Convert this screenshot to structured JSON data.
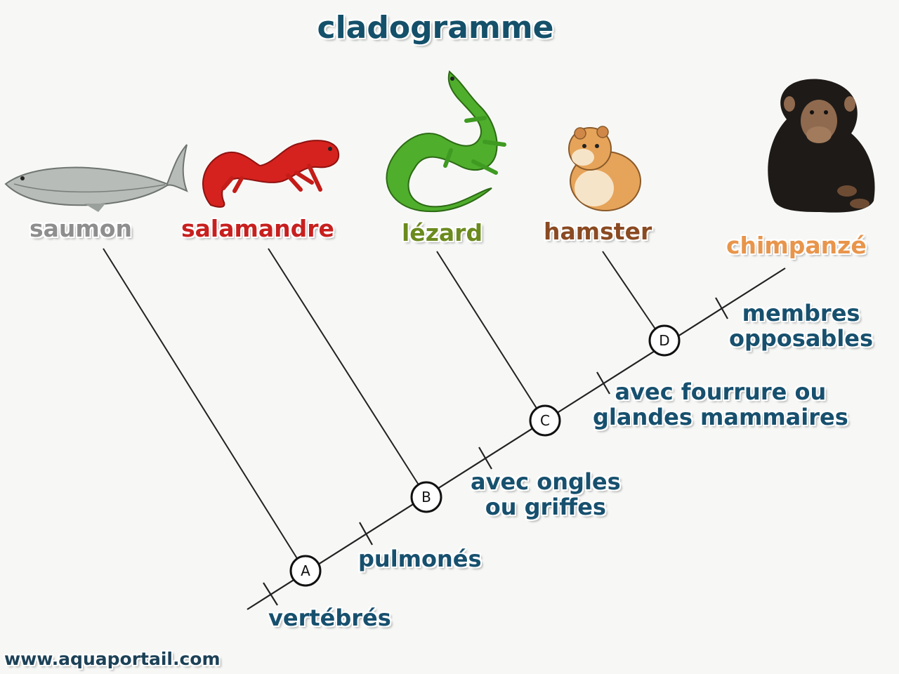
{
  "title": "cladogramme",
  "colors": {
    "title": "#14506a",
    "trait_text": "#17506e",
    "line": "#222222",
    "saumon": "#8e8e8e",
    "salamandre": "#c7201f",
    "lezard": "#6b8a1e",
    "hamster": "#8a4a22",
    "chimpanze": "#e8954b"
  },
  "animals": [
    {
      "name": "saumon",
      "icon": "fish-icon"
    },
    {
      "name": "salamandre",
      "icon": "salamander-icon"
    },
    {
      "name": "lézard",
      "icon": "lizard-icon"
    },
    {
      "name": "hamster",
      "icon": "hamster-icon"
    },
    {
      "name": "chimpanzé",
      "icon": "chimpanzee-icon"
    }
  ],
  "nodes": [
    "A",
    "B",
    "C",
    "D"
  ],
  "traits": [
    {
      "line1": "vertébrés",
      "line2": ""
    },
    {
      "line1": "pulmonés",
      "line2": ""
    },
    {
      "line1": "avec ongles",
      "line2": "ou griffes"
    },
    {
      "line1": "avec fourrure ou",
      "line2": "glandes mammaires"
    },
    {
      "line1": "membres",
      "line2": "opposables"
    }
  ],
  "website": "www.aquaportail.com"
}
